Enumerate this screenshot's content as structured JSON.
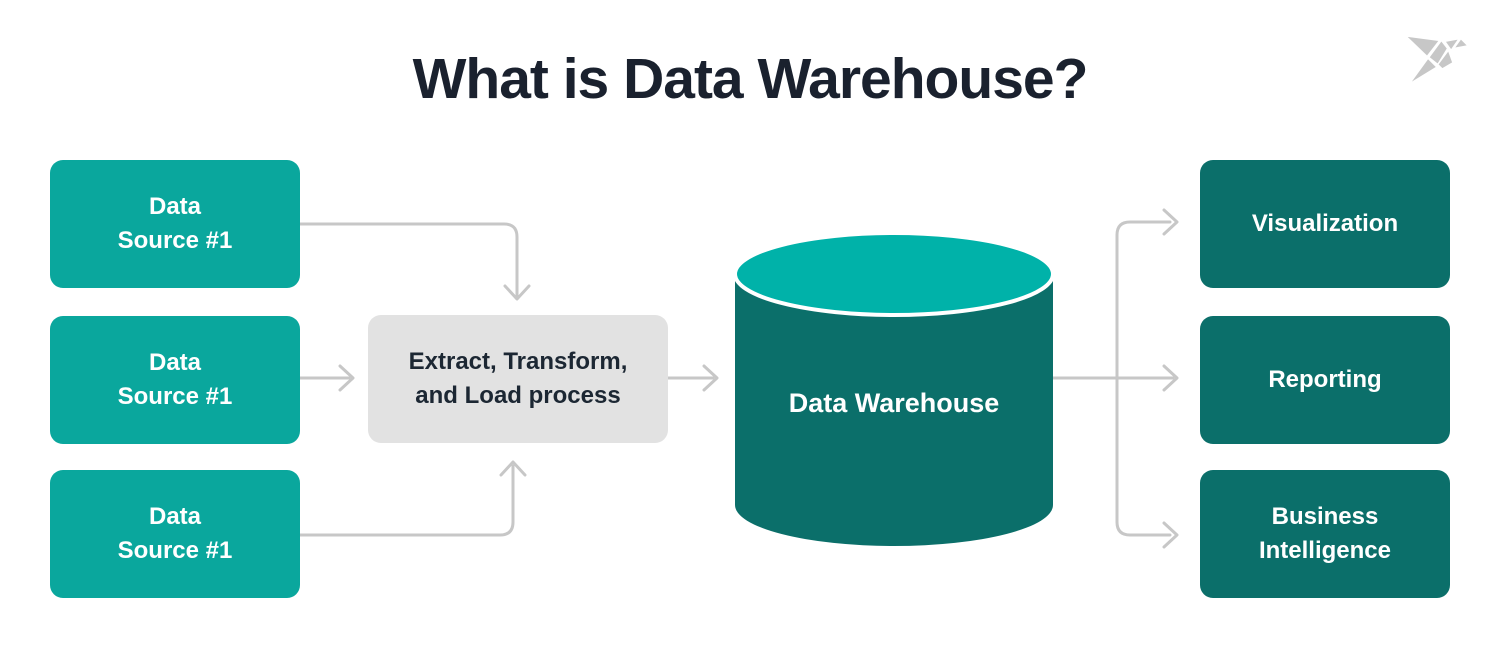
{
  "title": "What is Data Warehouse?",
  "colors": {
    "source_box": "#0aa79d",
    "output_box": "#0b6f6a",
    "etl_box": "#e2e2e2",
    "cylinder_body": "#0b6f6a",
    "cylinder_top": "#00b2a9",
    "connector": "#c7c7c7",
    "title_text": "#1a212e",
    "logo_gray": "#c7c7c7"
  },
  "source_boxes": [
    {
      "lines": [
        "Data",
        "Source #1"
      ]
    },
    {
      "lines": [
        "Data",
        "Source #1"
      ]
    },
    {
      "lines": [
        "Data",
        "Source #1"
      ]
    }
  ],
  "etl_box": {
    "lines": [
      "Extract, Transform,",
      "and Load process"
    ]
  },
  "warehouse": {
    "label": "Data Warehouse"
  },
  "output_boxes": [
    {
      "lines": [
        "Visualization"
      ]
    },
    {
      "lines": [
        "Reporting"
      ]
    },
    {
      "lines": [
        "Business",
        "Intelligence"
      ]
    }
  ]
}
